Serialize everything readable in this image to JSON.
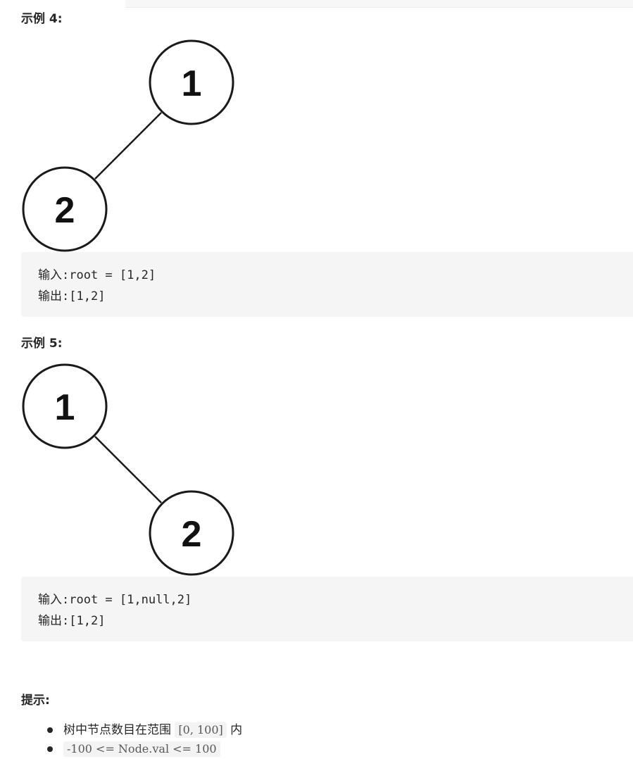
{
  "examples": [
    {
      "heading": "示例 4:",
      "tree": {
        "nodes": [
          "1",
          "2"
        ],
        "edge": "1-2",
        "child_side": "left"
      },
      "input_label": "输入:",
      "input_value": "root = [1,2]",
      "output_label": "输出:",
      "output_value": "[1,2]"
    },
    {
      "heading": "示例 5:",
      "tree": {
        "nodes": [
          "1",
          "2"
        ],
        "edge": "1-2",
        "child_side": "right"
      },
      "input_label": "输入:",
      "input_value": "root = [1,null,2]",
      "output_label": "输出:",
      "output_value": "[1,2]"
    }
  ],
  "tips": {
    "heading": "提示:",
    "items": [
      {
        "before": "树中节点数目在范围 ",
        "code": "[0, 100]",
        "after": " 内"
      },
      {
        "before": "",
        "code": "-100 <= Node.val <= 100",
        "after": ""
      }
    ]
  }
}
